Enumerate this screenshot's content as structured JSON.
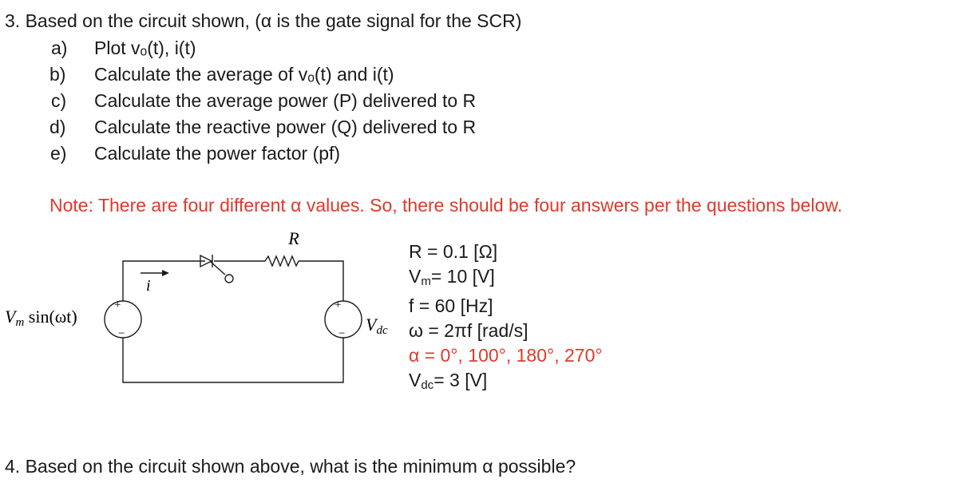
{
  "question3": {
    "title": "3. Based on the circuit shown, (α is the gate signal for the SCR)",
    "items": [
      {
        "letter": "a)",
        "text": "Plot vₒ(t), i(t)"
      },
      {
        "letter": "b)",
        "text": "Calculate the average of vₒ(t) and i(t)"
      },
      {
        "letter": "c)",
        "text": "Calculate the average power (P) delivered to R"
      },
      {
        "letter": "d)",
        "text": "Calculate the reactive power (Q) delivered to R"
      },
      {
        "letter": "e)",
        "text": "Calculate the power factor (pf)"
      }
    ],
    "note": "Note: There are four different α values. So, there should be four answers per the questions below."
  },
  "circuit": {
    "resistor_label": "R",
    "current_label": "i",
    "source_label": "V",
    "source_sub": "m",
    "source_func": " sin(ωt)",
    "dc_label": "V",
    "dc_sub": "dc",
    "plus": "+",
    "minus": "−"
  },
  "parameters": {
    "r": "R = 0.1 [Ω]",
    "vm_label": "V",
    "vm_sub": "m",
    "vm_value": "= 10 [V]",
    "f": "f = 60 [Hz]",
    "omega": "ω = 2πf [rad/s]",
    "alpha": "α = 0°, 100°, 180°, 270°",
    "vdc_label": "V",
    "vdc_sub": "dc",
    "vdc_value": "= 3 [V]"
  },
  "question4": {
    "text": "4. Based on the circuit shown above, what is the minimum α possible?"
  },
  "colors": {
    "note": "#e0392b",
    "text": "#1a1a1a"
  }
}
